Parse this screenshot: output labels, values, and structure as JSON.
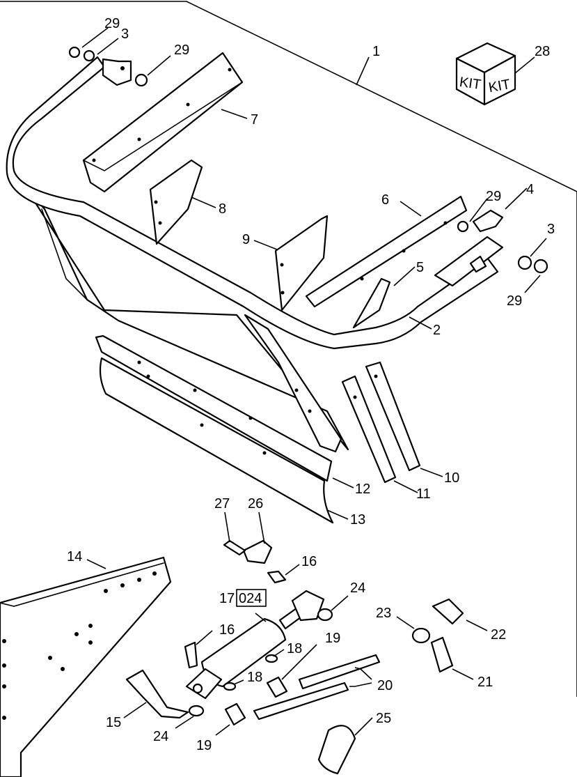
{
  "callouts": {
    "c1": "1",
    "c2": "2",
    "c3a": "3",
    "c3b": "3",
    "c4": "4",
    "c5": "5",
    "c6": "6",
    "c7": "7",
    "c8": "8",
    "c9": "9",
    "c10": "10",
    "c11": "11",
    "c12": "12",
    "c13": "13",
    "c14": "14",
    "c15": "15",
    "c16a": "16",
    "c16b": "16",
    "c17": "17",
    "c17box": "024",
    "c18a": "18",
    "c18b": "18",
    "c19a": "19",
    "c19b": "19",
    "c20": "20",
    "c21": "21",
    "c22": "22",
    "c23": "23",
    "c24a": "24",
    "c24b": "24",
    "c25": "25",
    "c26": "26",
    "c27": "27",
    "c28": "28",
    "c29a": "29",
    "c29b": "29",
    "c29c": "29",
    "c29d": "29"
  },
  "kit": {
    "label_left": "KIT",
    "label_right": "KIT"
  },
  "icons": {
    "hardware_kit": "kit-box-icon"
  }
}
